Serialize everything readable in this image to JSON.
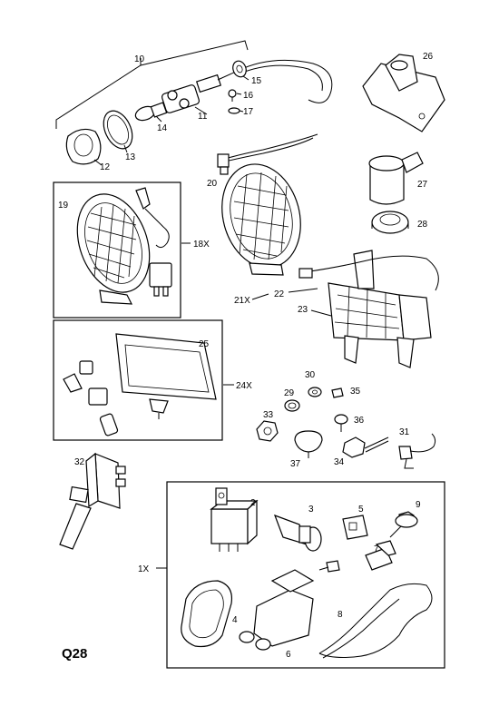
{
  "page_code": "Q28",
  "labels": {
    "l1X": "1X",
    "l2": "2",
    "l3": "3",
    "l4": "4",
    "l5": "5",
    "l6": "6",
    "l7": "7",
    "l8": "8",
    "l9": "9",
    "l10": "10",
    "l11": "11",
    "l12": "12",
    "l13": "13",
    "l14": "14",
    "l15": "15",
    "l16": "16",
    "l17": "17",
    "l18X": "18X",
    "l19": "19",
    "l20": "20",
    "l21X": "21X",
    "l22": "22",
    "l23": "23",
    "l24X": "24X",
    "l25": "25",
    "l26": "26",
    "l27": "27",
    "l28": "28",
    "l29": "29",
    "l30": "30",
    "l31": "31",
    "l32": "32",
    "l33": "33",
    "l34": "34",
    "l35": "35",
    "l36": "36",
    "l37": "37"
  }
}
